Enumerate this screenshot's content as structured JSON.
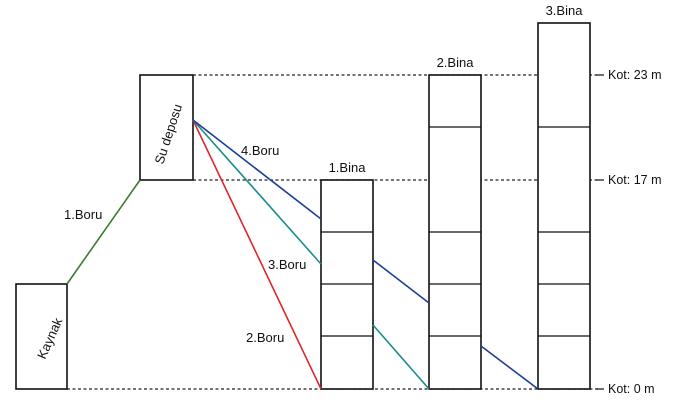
{
  "labels": {
    "kaynak": "Kaynak",
    "su_deposu": "Su deposu",
    "bina1": "1.Bina",
    "bina2": "2.Bina",
    "bina3": "3.Bina",
    "boru1": "1.Boru",
    "boru2": "2.Boru",
    "boru3": "3.Boru",
    "boru4": "4.Boru"
  },
  "levels": {
    "kot23": "Kot: 23 m",
    "kot17": "Kot: 17 m",
    "kot0": "Kot: 0 m"
  },
  "colors": {
    "boru1": "#3c7a2e",
    "boru2": "#e0262b",
    "boru3": "#1b8f8a",
    "boru4": "#1d3e9a"
  }
}
